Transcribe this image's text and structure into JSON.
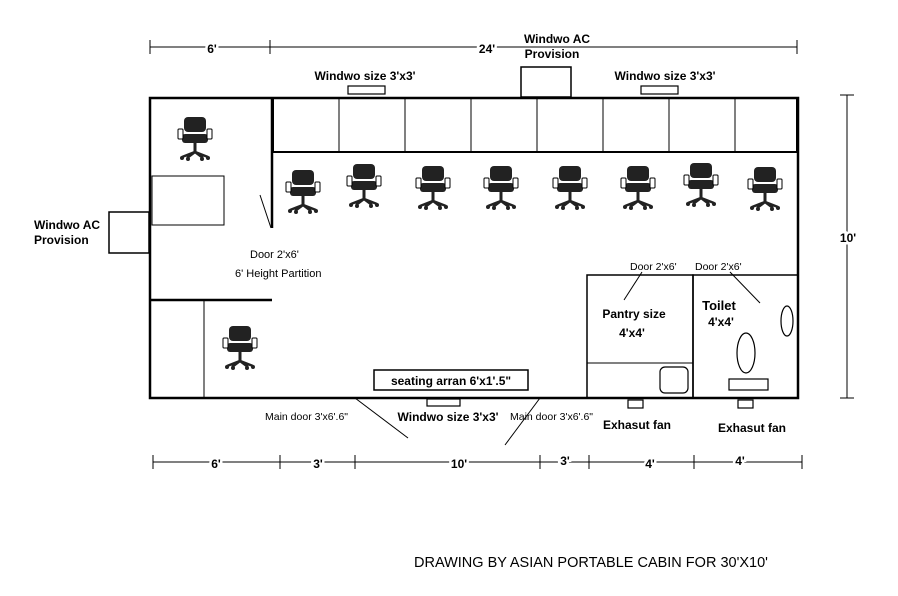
{
  "diagram": {
    "dimensions": {
      "top_left": "6'",
      "top_main": "24'",
      "right_height": "10'",
      "bottom": [
        "6'",
        "3'",
        "10'",
        "3'",
        "4'",
        "4'"
      ]
    },
    "labels": {
      "top_ac": [
        "Windwo AC",
        "Provision"
      ],
      "left_ac": [
        "Windwo AC",
        "Provision"
      ],
      "top_window_left": "Windwo size 3'x3'",
      "top_window_right": "Windwo size 3'x3'",
      "bottom_window": "Windwo size 3'x3'",
      "door_cabin": "Door 2'x6'",
      "partition": "6' Height Partition",
      "door_pantry": "Door 2'x6'",
      "door_toilet": "Door 2'x6'",
      "pantry": [
        "Pantry size",
        "4'x4'"
      ],
      "toilet": [
        "Toilet",
        "4'x4'"
      ],
      "seating": "seating arran 6'x1'.5\"",
      "main_door_left": "Main door 3'x6'.6\"",
      "main_door_right": "Main door 3'x6'.6\"",
      "exhaust_left": "Exhasut fan",
      "exhaust_right": "Exhasut fan"
    },
    "caption": "DRAWING BY ASIAN PORTABLE CABIN FOR 30'X10'"
  }
}
